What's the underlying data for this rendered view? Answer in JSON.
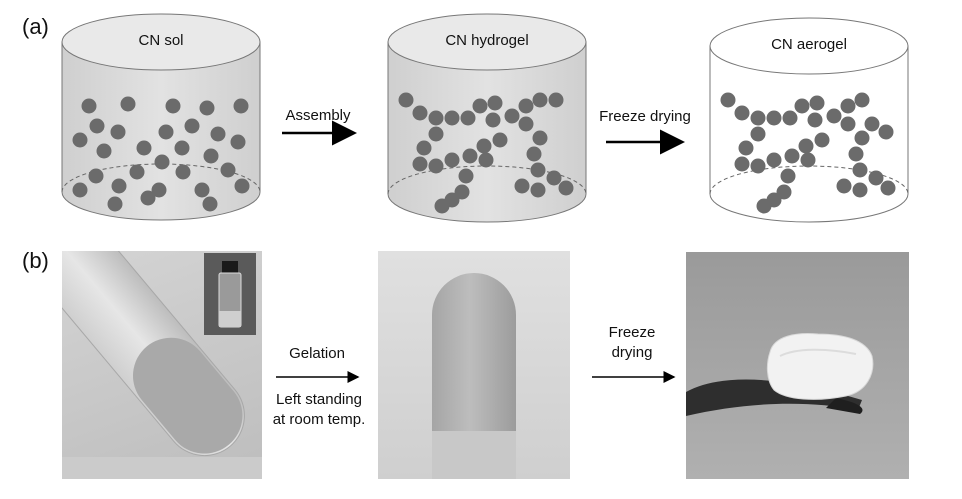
{
  "panel_a": {
    "label": "(a)",
    "stages": [
      "CN sol",
      "CN hydrogel",
      "CN aerogel"
    ],
    "arrows": [
      "Assembly",
      "Freeze drying"
    ]
  },
  "panel_b": {
    "label": "(b)",
    "arrow1": {
      "top": "Gelation",
      "bottom_line1": "Left standing",
      "bottom_line2": "at room temp."
    },
    "arrow2": {
      "line1": "Freeze",
      "line2": "drying"
    }
  }
}
